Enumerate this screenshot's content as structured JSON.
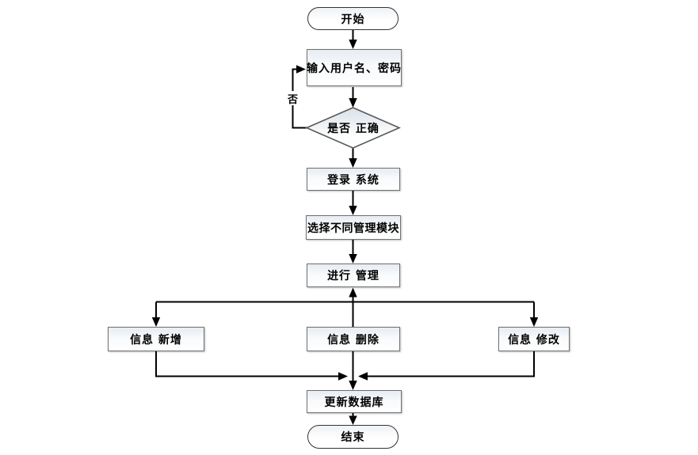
{
  "flowchart": {
    "nodes": {
      "start": {
        "shape": "stadium",
        "label": "开始"
      },
      "input": {
        "shape": "rect",
        "label": "输入用户名、密码"
      },
      "decision": {
        "shape": "diamond",
        "label": "是否 正确"
      },
      "login": {
        "shape": "rect",
        "label": "登录 系统"
      },
      "select": {
        "shape": "rect",
        "label": "选择不同管理模块"
      },
      "manage": {
        "shape": "rect",
        "label": "进行 管理"
      },
      "add": {
        "shape": "rect",
        "label": "信息 新增"
      },
      "delete": {
        "shape": "rect",
        "label": "信息 删除"
      },
      "modify": {
        "shape": "rect",
        "label": "信息 修改"
      },
      "update": {
        "shape": "rect",
        "label": "更新数据库"
      },
      "end": {
        "shape": "stadium",
        "label": "结束"
      }
    },
    "edge_labels": {
      "no": "否"
    },
    "edges": [
      {
        "from": "start",
        "to": "input"
      },
      {
        "from": "input",
        "to": "decision"
      },
      {
        "from": "decision",
        "to": "input",
        "label": "否"
      },
      {
        "from": "decision",
        "to": "login"
      },
      {
        "from": "login",
        "to": "select"
      },
      {
        "from": "select",
        "to": "manage"
      },
      {
        "from": "branch-line",
        "to": "manage",
        "direction": "up"
      },
      {
        "from": "branch-line",
        "to": "add"
      },
      {
        "from": "branch-line",
        "to": "delete"
      },
      {
        "from": "branch-line",
        "to": "modify"
      },
      {
        "from": "add",
        "to": "update"
      },
      {
        "from": "delete",
        "to": "update"
      },
      {
        "from": "modify",
        "to": "update"
      },
      {
        "from": "update",
        "to": "end"
      }
    ],
    "colors": {
      "line": "#000000",
      "rect_border": "#707070",
      "terminal_border": "#333333",
      "fill_top": "#e6ecf3",
      "fill_bottom": "#ffffff"
    }
  }
}
